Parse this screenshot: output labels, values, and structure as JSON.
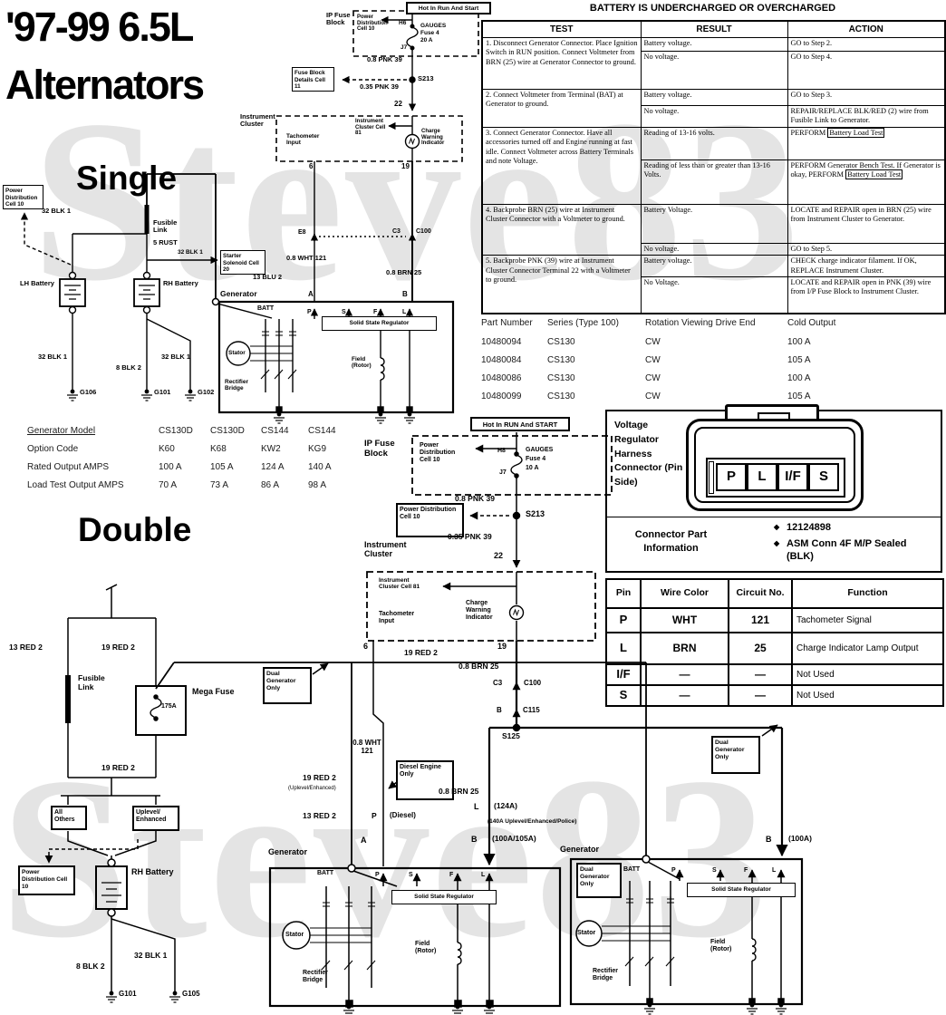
{
  "watermark": {
    "text": "Steve83"
  },
  "header": {
    "title_line1": "'97-99 6.5L",
    "title_line2": "Alternators",
    "single_heading": "Single",
    "double_heading": "Double"
  },
  "battery_table": {
    "title": "BATTERY IS UNDERCHARGED OR OVERCHARGED",
    "col_test": "TEST",
    "col_result": "RESULT",
    "col_action": "ACTION",
    "rows": [
      {
        "test": "1. Disconnect Generator Connector. Place Ignition Switch in RUN position. Connect Voltmeter from BRN (25) wire at Generator Connector to ground.",
        "r1": "Battery voltage.",
        "a1": "GO to Step 2.",
        "r2": "No voltage.",
        "a2": "GO to Step 4."
      },
      {
        "test": "2. Connect Voltmeter from Terminal (BAT) at Generator to ground.",
        "r1": "Battery voltage.",
        "a1": "GO to Step 3.",
        "r2": "No voltage.",
        "a2": "REPAIR/REPLACE BLK/RED (2) wire from Fusible Link to Generator."
      },
      {
        "test": "3. Connect Generator Connector. Have all accessories turned off and Engine running at fast idle. Connect Voltmeter across Battery Terminals and note Voltage.",
        "r1": "Reading of 13-16 volts.",
        "a1": "PERFORM",
        "a1_boxed": "Battery Load Test",
        "r2": "Reading of less than or greater than 13-16 Volts.",
        "a2": "PERFORM Generator Bench Test. If Generator is okay, PERFORM",
        "a2_boxed": "Battery Load Test"
      },
      {
        "test": "4. Backprobe BRN (25) wire at Instrument Cluster Connector with a Voltmeter to ground.",
        "r1": "Battery Voltage.",
        "a1": "LOCATE and REPAIR open in BRN (25) wire from Instrument Cluster to Generator.",
        "r2": "No voltage.",
        "a2": "GO to Step 5."
      },
      {
        "test": "5. Backprobe PNK (39) wire at Instrument Cluster Connector Terminal 22 with a Voltmeter to ground.",
        "r1": "Battery voltage.",
        "a1": "CHECK charge indicator filament. If OK, REPLACE Instrument Cluster.",
        "r2": "No Voltage.",
        "a2": "LOCATE and REPAIR open in PNK (39) wire from I/P Fuse Block to Instrument Cluster."
      }
    ]
  },
  "parts_table": {
    "headers": [
      "Part Number",
      "Series (Type 100)",
      "Rotation Viewing Drive End",
      "Cold Output"
    ],
    "rows": [
      [
        "10480094",
        "CS130",
        "CW",
        "100 A"
      ],
      [
        "10480084",
        "CS130",
        "CW",
        "105 A"
      ],
      [
        "10480086",
        "CS130",
        "CW",
        "100 A"
      ],
      [
        "10480099",
        "CS130",
        "CW",
        "105 A"
      ]
    ]
  },
  "model_table": {
    "row_labels": [
      "Generator Model",
      "Option Code",
      "Rated Output AMPS",
      "Load Test Output AMPS"
    ],
    "rows": [
      [
        "CS130D",
        "CS130D",
        "CS144",
        "CS144"
      ],
      [
        "K60",
        "K68",
        "KW2",
        "KG9"
      ],
      [
        "100 A",
        "105 A",
        "124 A",
        "140 A"
      ],
      [
        "70 A",
        "73 A",
        "86 A",
        "98 A"
      ]
    ]
  },
  "connector_panel": {
    "title": "Voltage Regulator Harness Connector (Pin Side)",
    "pins": [
      "P",
      "L",
      "I/F",
      "S"
    ],
    "info_label": "Connector Part Information",
    "bullet_icon": "◆",
    "bullet1": "12124898",
    "bullet2": "ASM Conn 4F M/P Sealed (BLK)"
  },
  "pin_table": {
    "headers": [
      "Pin",
      "Wire Color",
      "Circuit No.",
      "Function"
    ],
    "rows": [
      [
        "P",
        "WHT",
        "121",
        "Tachometer Signal"
      ],
      [
        "L",
        "BRN",
        "25",
        "Charge Indicator Lamp Output"
      ],
      [
        "I/F",
        "—",
        "—",
        "Not Used"
      ],
      [
        "S",
        "—",
        "—",
        "Not Used"
      ]
    ]
  },
  "gen": {
    "label": "Generator",
    "batt": "BATT",
    "p": "P",
    "s": "S",
    "f": "F",
    "l": "L",
    "a": "A",
    "b": "B",
    "ssr": "Solid State Regulator",
    "stator": "Stator",
    "rectifier": "Rectifier Bridge",
    "field": "Field (Rotor)"
  },
  "single": {
    "hot": "Hot In Run And Start",
    "ip_fuse_block": "IP Fuse Block",
    "power_dist": "Power Distribution Cell 10",
    "h_term": "H6",
    "gauges": "GAUGES",
    "fuse4": "Fuse 4",
    "amps": "20 A",
    "j_term": "J7",
    "pnk": "0.8 PNK 39",
    "s213": "S213",
    "fuse_details": "Fuse Block Details Cell 11",
    "pnk2": "0.35 PNK 39",
    "t22": "22",
    "cluster": "Instrument Cluster",
    "cluster_cell": "Instrument Cluster Cell 81",
    "tach": "Tachometer Input",
    "charge": "Charge Warning Indicator",
    "t6": "6",
    "t19": "19",
    "wht": "0.8 WHT 121",
    "brn": "0.8 BRN 25",
    "e8": "E8",
    "c3": "C3",
    "c100": "C100",
    "blk32": "32 BLK 1",
    "fusible": "Fusible Link",
    "rust": "5 RUST",
    "blk32b": "32 BLK 1",
    "starter": "Starter Solenoid Cell 20",
    "lh_batt": "LH Battery",
    "rh_batt": "RH Battery",
    "blu": "13 BLU 2",
    "blk32c": "32 BLK 1",
    "blk8": "8 BLK 2",
    "blk32d": "32 BLK 1",
    "g106": "G106",
    "g101": "G101",
    "g102": "G102"
  },
  "double": {
    "hot": "Hot In RUN And START",
    "ip_fuse_block": "IP Fuse Block",
    "power_dist": "Power Distribution Cell 10",
    "h_term": "H8",
    "gauges": "GAUGES",
    "fuse4": "Fuse 4",
    "amps": "10 A",
    "j_term": "J7",
    "pnk": "0.8 PNK 39",
    "s213": "S213",
    "power_dist_box": "Power Distribution Cell 10",
    "pnk2": "0.35 PNK 39",
    "t22": "22",
    "cluster": "Instrument Cluster",
    "cluster_cell": "Instrument Cluster Cell 81",
    "tach": "Tachometer Input",
    "charge": "Charge Warning Indicator",
    "t6": "6",
    "t19": "19",
    "red19": "19 RED 2",
    "brn": "0.8 BRN 25",
    "c3": "C3",
    "c100": "C100",
    "b": "B",
    "c115": "C115",
    "s125": "S125",
    "red13": "13 RED 2",
    "red19b": "19 RED 2",
    "fusible": "Fusible Link",
    "mega": "Mega Fuse",
    "a175": "175A",
    "dual": "Dual Generator Only",
    "red19c": "19 RED 2",
    "all_others": "All Others",
    "uplevel": "Uplevel/ Enhanced",
    "power_dist2": "Power Distribution Cell 10",
    "rh_batt": "RH Battery",
    "blk8": "8 BLK 2",
    "blk32": "32 BLK 1",
    "g101": "G101",
    "g105": "G105",
    "wht": "0.8 WHT 121",
    "diesel_only": "Diesel Engine Only",
    "red19d": "19 RED 2",
    "uplevel_note": "(Uplevel/Enhanced)",
    "red13b": "13 RED 2",
    "p_diesel": "(Diesel)",
    "brn2": "0.8 BRN 25",
    "amp124": "(124A)",
    "amp140": "(140A Uplevel/Enhanced/Police)",
    "amp100105": "(100A/105A)",
    "amp100": "(100A)"
  }
}
